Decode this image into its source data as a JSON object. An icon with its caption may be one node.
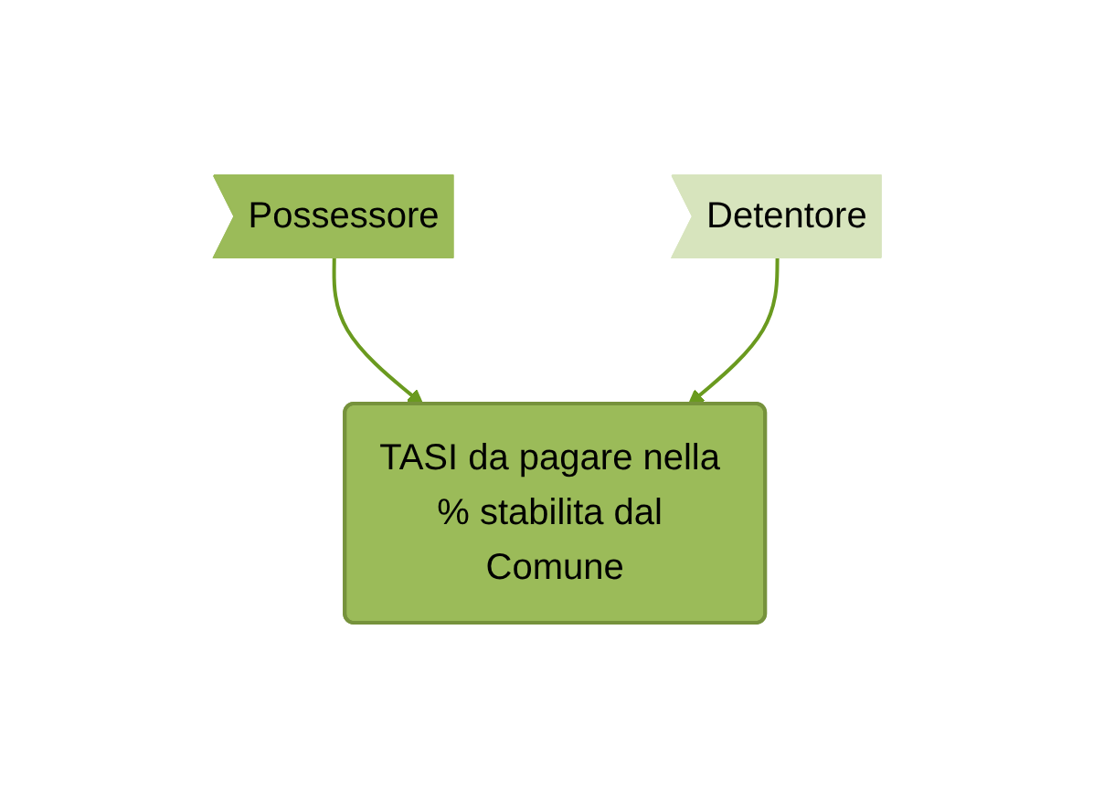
{
  "diagram": {
    "nodes": [
      {
        "text": [
          "Possessore"
        ]
      },
      {
        "text": [
          "Detentore"
        ]
      },
      {
        "text": [
          "TASI da pagare nella % stabilita dal Comune"
        ]
      }
    ],
    "edges": [
      {
        "from": 0,
        "to": 2,
        "arrow": "to"
      },
      {
        "from": 1,
        "to": 2,
        "arrow": "to"
      }
    ]
  }
}
